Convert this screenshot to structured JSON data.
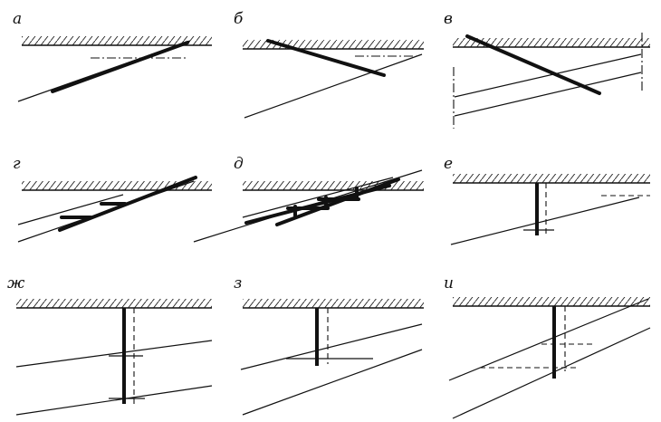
{
  "panels": [
    {
      "id": "a",
      "label": "а"
    },
    {
      "id": "b",
      "label": "б"
    },
    {
      "id": "v",
      "label": "в"
    },
    {
      "id": "g",
      "label": "г"
    },
    {
      "id": "d",
      "label": "д"
    },
    {
      "id": "e",
      "label": "е"
    },
    {
      "id": "zh",
      "label": "ж"
    },
    {
      "id": "z",
      "label": "з"
    },
    {
      "id": "i",
      "label": "и"
    }
  ]
}
